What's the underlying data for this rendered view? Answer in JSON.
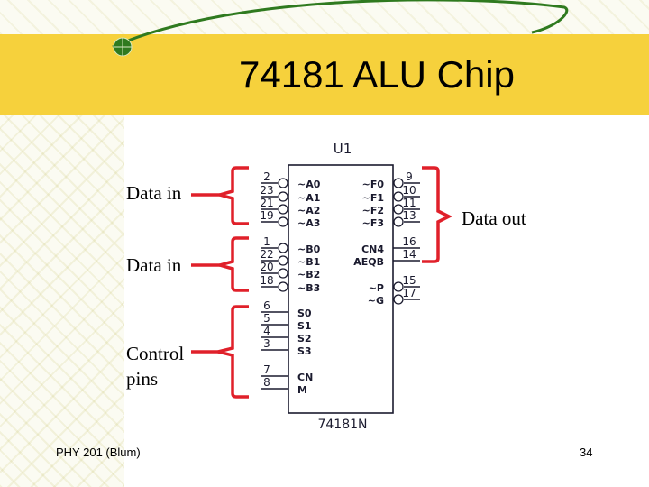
{
  "slide": {
    "title": "74181 ALU Chip",
    "footer_left": "PHY 201 (Blum)",
    "page_number": "34"
  },
  "labels": {
    "data_in_a": "Data in",
    "data_in_b": "Data in",
    "control": "Control pins",
    "data_out": "Data out"
  },
  "chip": {
    "designator": "U1",
    "part_number": "74181N",
    "left_pins": [
      {
        "num": "2",
        "name": "~A0"
      },
      {
        "num": "23",
        "name": "~A1"
      },
      {
        "num": "21",
        "name": "~A2"
      },
      {
        "num": "19",
        "name": "~A3"
      },
      {
        "num": "1",
        "name": "~B0"
      },
      {
        "num": "22",
        "name": "~B1"
      },
      {
        "num": "20",
        "name": "~B2"
      },
      {
        "num": "18",
        "name": "~B3"
      },
      {
        "num": "6",
        "name": "S0"
      },
      {
        "num": "5",
        "name": "S1"
      },
      {
        "num": "4",
        "name": "S2"
      },
      {
        "num": "3",
        "name": "S3"
      },
      {
        "num": "7",
        "name": "CN"
      },
      {
        "num": "8",
        "name": "M"
      }
    ],
    "right_pins": [
      {
        "num": "9",
        "name": "~F0"
      },
      {
        "num": "10",
        "name": "~F1"
      },
      {
        "num": "11",
        "name": "~F2"
      },
      {
        "num": "13",
        "name": "~F3"
      },
      {
        "num": "16",
        "name": "CN4"
      },
      {
        "num": "14",
        "name": "AEQB"
      },
      {
        "num": "15",
        "name": "~P"
      },
      {
        "num": "17",
        "name": "~G"
      }
    ]
  },
  "colors": {
    "title_band": "#f6d13c",
    "bracket": "#e0202a",
    "chip_line": "#1a1a2e",
    "deco_green": "#2f7a1f"
  }
}
